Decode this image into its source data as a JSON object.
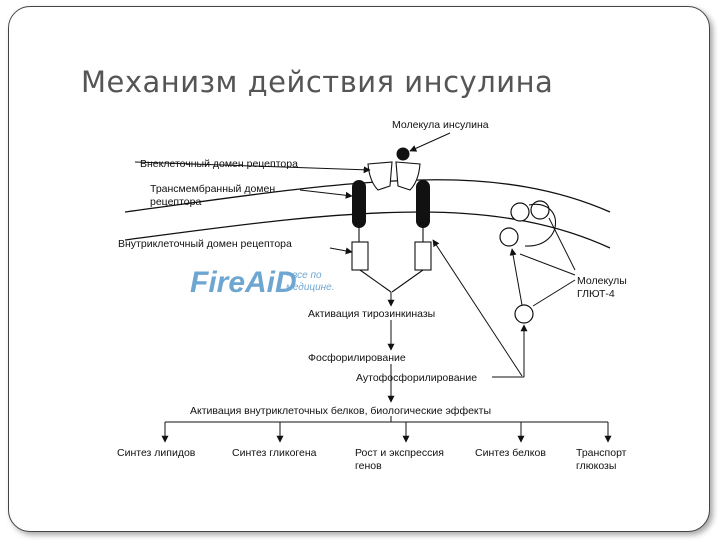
{
  "title": "Механизм действия инсулина",
  "watermark": {
    "main": "FireAiD",
    "sub_line1": "- все по",
    "sub_line2": "медицине."
  },
  "labels": {
    "insulin_molecule": "Молекула инсулина",
    "extracellular_domain": "Внеклеточный домен рецептора",
    "transmembrane_domain_1": "Трансмембранный домен",
    "transmembrane_domain_2": "рецептора",
    "intracellular_domain": "Внутриклеточный домен рецептора",
    "glut4_1": "Молекулы",
    "glut4_2": "ГЛЮТ-4",
    "tyrosine_kinase": "Активация тирозинкиназы",
    "phosphorylation": "Фосфорилирование",
    "autophosphorylation": "Аутофосфорилирование",
    "protein_activation": "Активация внутриклеточных белков, биологические эффекты",
    "lipid_synthesis": "Синтез липидов",
    "glycogen_synthesis": "Синтез гликогена",
    "growth_1": "Рост и экспрессия",
    "growth_2": "генов",
    "protein_synthesis": "Синтез белков",
    "glucose_transport_1": "Транспорт",
    "glucose_transport_2": "глюкозы"
  },
  "colors": {
    "line": "#111111",
    "title": "#555555",
    "watermark": "#4a90c8"
  }
}
